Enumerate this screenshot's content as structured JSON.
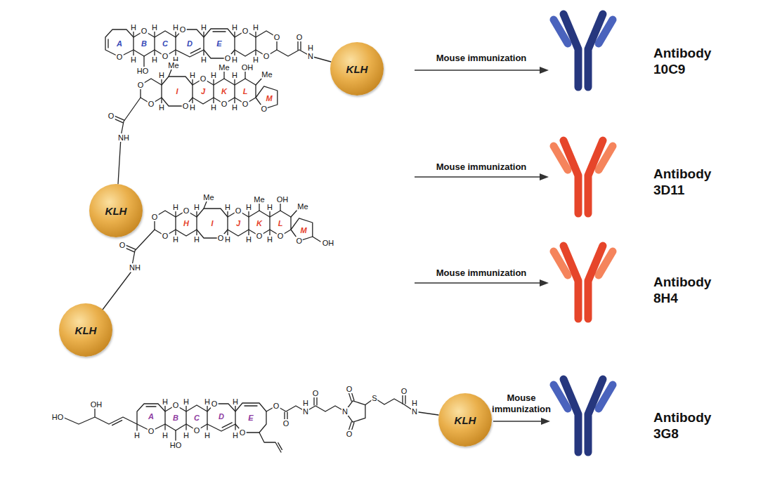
{
  "diagram": {
    "nodes": [
      {
        "text": [
          "KLH"
        ]
      },
      {
        "text": [
          "KLH"
        ]
      },
      {
        "text": [
          "KLH"
        ]
      },
      {
        "text": [
          "KLH"
        ]
      }
    ],
    "labels": [
      "A",
      "B",
      "C",
      "D",
      "E",
      "O",
      "O",
      "O",
      "O",
      "O",
      "O",
      "O",
      "O",
      "O",
      "HO",
      "N",
      "H",
      "H",
      "H",
      "H",
      "H",
      "H",
      "H",
      "H",
      "H",
      "H",
      "H",
      "H",
      "H",
      "Mouse immunization",
      "Antibody 10C9",
      "I",
      "J",
      "K",
      "L",
      "M",
      "O",
      "O",
      "O",
      "O",
      "O",
      "O",
      "O",
      "O",
      "Me",
      "Me",
      "Me",
      "OH",
      "NH",
      "H",
      "H",
      "H",
      "H",
      "H",
      "H",
      "H",
      "H",
      "Mouse immunization",
      "Antibody 3D11",
      "H",
      "I",
      "J",
      "K",
      "L",
      "M",
      "O",
      "O",
      "O",
      "O",
      "O",
      "O",
      "O",
      "O",
      "O",
      "Me",
      "Me",
      "Me",
      "OH",
      "OH",
      "NH",
      "H",
      "H",
      "H",
      "H",
      "H",
      "H",
      "H",
      "H",
      "H",
      "H",
      "Mouse immunization",
      "Antibody 8H4",
      "A",
      "B",
      "C",
      "D",
      "E",
      "O",
      "O",
      "O",
      "O",
      "O",
      "HO",
      "OH",
      "H",
      "HO",
      "O",
      "O",
      "N",
      "H",
      "O",
      "N",
      "O",
      "O",
      "S",
      "O",
      "N",
      "H",
      "H",
      "H",
      "H",
      "H",
      "H",
      "H",
      "H",
      "H",
      "Mouse immunization",
      "Antibody 3G8"
    ]
  }
}
